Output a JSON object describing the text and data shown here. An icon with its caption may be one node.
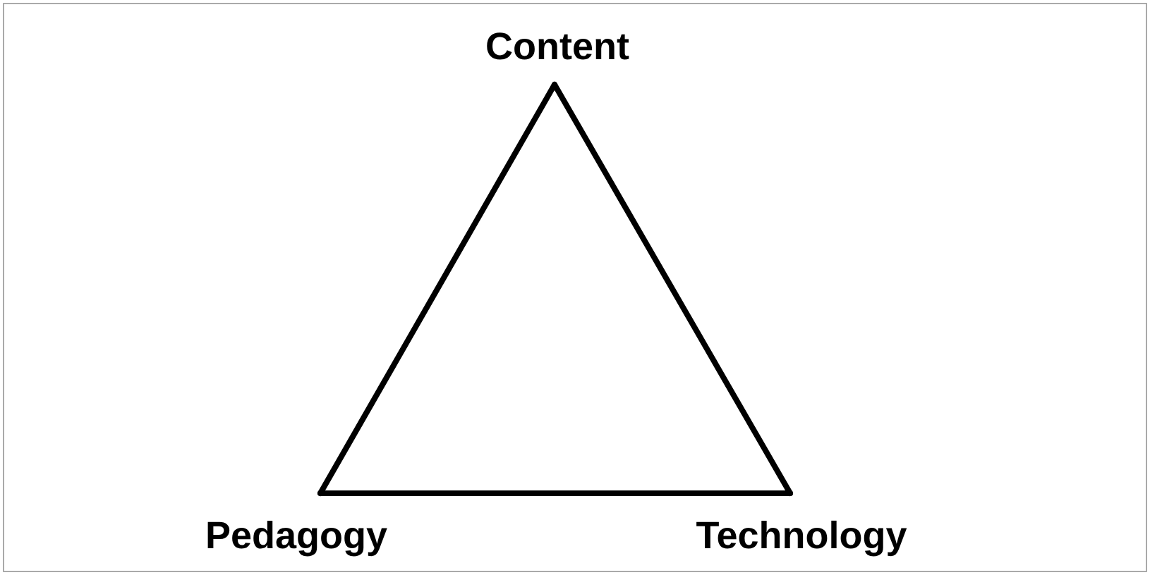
{
  "diagram": {
    "nodes": [
      {
        "text": [
          "Content"
        ]
      },
      {
        "text": [
          "Pedagogy"
        ]
      },
      {
        "text": [
          "Technology"
        ]
      }
    ],
    "edges": [
      {
        "from": 0,
        "to": 1,
        "arrow": "none"
      },
      {
        "from": 1,
        "to": 2,
        "arrow": "none"
      },
      {
        "from": 2,
        "to": 0,
        "arrow": "none"
      }
    ]
  }
}
